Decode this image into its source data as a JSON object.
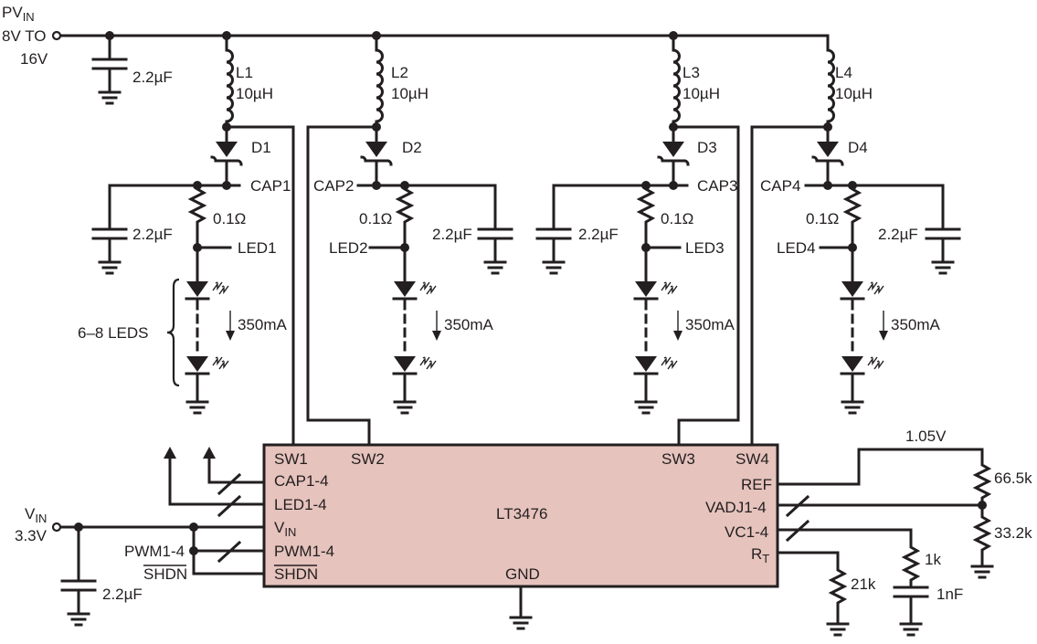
{
  "supply": {
    "pvin_label": "PV",
    "pvin_sub": "IN",
    "pvin_range_1": "8V TO",
    "pvin_range_2": "16V",
    "input_cap": "2.2µF",
    "vin_label": "V",
    "vin_sub": "IN",
    "vin_value": "3.3V",
    "vin_cap": "2.2µF"
  },
  "channels": [
    {
      "inductor": "L1",
      "inductance": "10µH",
      "diode": "D1",
      "cap_node": "CAP1",
      "cap_value": "2.2µF",
      "sense_res": "0.1Ω",
      "led_node": "LED1",
      "current": "350mA"
    },
    {
      "inductor": "L2",
      "inductance": "10µH",
      "diode": "D2",
      "cap_node": "CAP2",
      "cap_value": "2.2µF",
      "sense_res": "0.1Ω",
      "led_node": "LED2",
      "current": "350mA"
    },
    {
      "inductor": "L3",
      "inductance": "10µH",
      "diode": "D3",
      "cap_node": "CAP3",
      "cap_value": "2.2µF",
      "sense_res": "0.1Ω",
      "led_node": "LED3",
      "current": "350mA"
    },
    {
      "inductor": "L4",
      "inductance": "10µH",
      "diode": "D4",
      "cap_node": "CAP4",
      "cap_value": "2.2µF",
      "sense_res": "0.1Ω",
      "led_node": "LED4",
      "current": "350mA"
    }
  ],
  "led_count_label": "6–8 LEDS",
  "chip": {
    "name": "LT3476",
    "color": "#e6c3bd",
    "pins": {
      "sw1": "SW1",
      "sw2": "SW2",
      "sw3": "SW3",
      "sw4": "SW4",
      "cap": "CAP1-4",
      "led": "LED1-4",
      "vin": "V",
      "vin_sub": "IN",
      "pwm": "PWM1-4",
      "shdn": "SHDN",
      "gnd": "GND",
      "ref": "REF",
      "vadj": "VADJ1-4",
      "vc": "VC1-4",
      "rt": "R",
      "rt_sub": "T"
    }
  },
  "external": {
    "pwm_label": "PWM1-4",
    "shdn_label": "SHDN",
    "ref_voltage": "1.05V",
    "r_top": "66.5k",
    "r_bottom": "33.2k",
    "r_comp": "1k",
    "c_comp": "1nF",
    "r_t": "21k"
  }
}
